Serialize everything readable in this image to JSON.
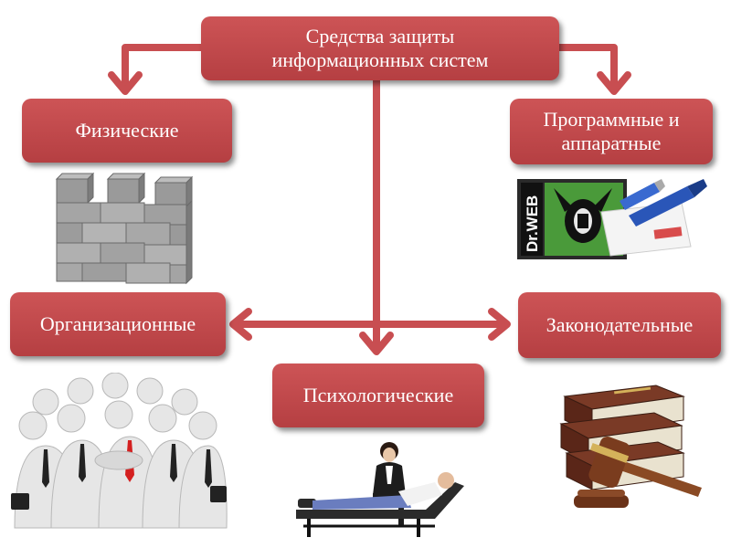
{
  "diagram": {
    "root": {
      "line1": "Средства защиты",
      "line2": "информационных систем"
    },
    "nodes": {
      "physical": "Физические",
      "software_line1": "Программные и",
      "software_line2": "аппаратные",
      "organizational": "Организационные",
      "legislative": "Законодательные",
      "psychological": "Психологические"
    },
    "logo_text": "Dr.WEB"
  },
  "colors": {
    "box": "#c0494b",
    "connector": "#c0494b",
    "text": "#ffffff"
  }
}
